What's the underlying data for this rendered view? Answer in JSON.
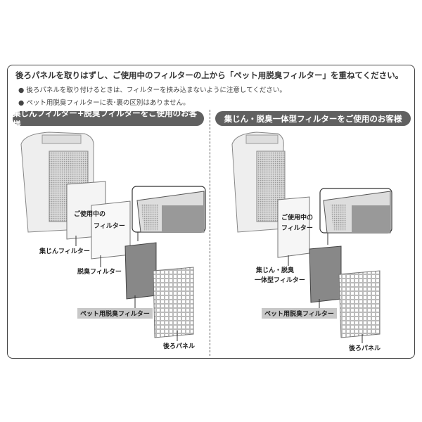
{
  "instruction": "後ろパネルを取りはずし、ご使用中のフィルターの上から「ペット用脱臭フィルター」を重ねてください。",
  "notes": [
    "後ろパネルを取り付けるときは、フィルターを挟み込まないように注意してください。",
    "ペット用脱臭フィルターに表･裏の区別はありません。"
  ],
  "left": {
    "header": "集じんフィルター+脱臭フィルターをご使用のお客様",
    "in_use_1": "ご使用中の",
    "in_use_2": "フィルター",
    "dust_filter": "集じんフィルター",
    "deodor_filter": "脱臭フィルター",
    "pet_filter": "ペット用脱臭フィルター",
    "back_panel": "後ろパネル"
  },
  "right": {
    "header": "集じん・脱臭一体型フィルターをご使用のお客様",
    "in_use_1": "ご使用中の",
    "in_use_2": "フィルター",
    "combined_1": "集じん・脱臭",
    "combined_2": "一体型フィルター",
    "pet_filter": "ペット用脱臭フィルター",
    "back_panel": "後ろパネル"
  },
  "colors": {
    "header_bg": "#606060",
    "label_highlight": "#c8c8c8",
    "border": "#444444"
  }
}
